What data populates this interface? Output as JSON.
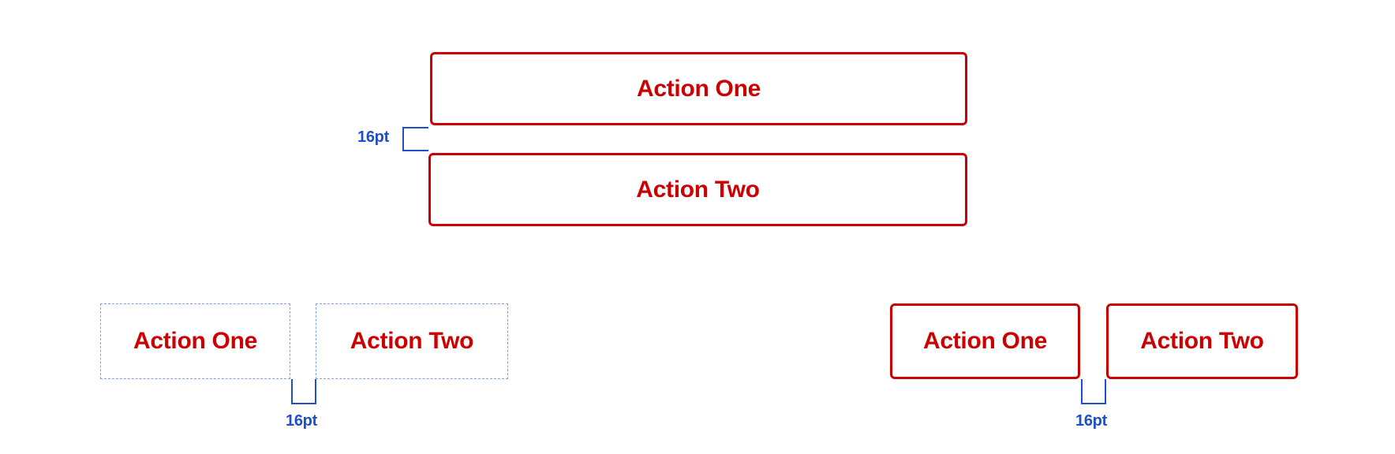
{
  "stacked": {
    "button_one": "Action One",
    "button_two": "Action Two",
    "spacing_label": "16pt"
  },
  "outline_example": {
    "button_one": "Action One",
    "button_two": "Action Two",
    "spacing_label": "16pt"
  },
  "bordered_example": {
    "button_one": "Action One",
    "button_two": "Action Two",
    "spacing_label": "16pt"
  },
  "colors": {
    "button_accent": "#cc0000",
    "annotation": "#1f4fc9",
    "dashed_outline": "#7f9fdd"
  }
}
